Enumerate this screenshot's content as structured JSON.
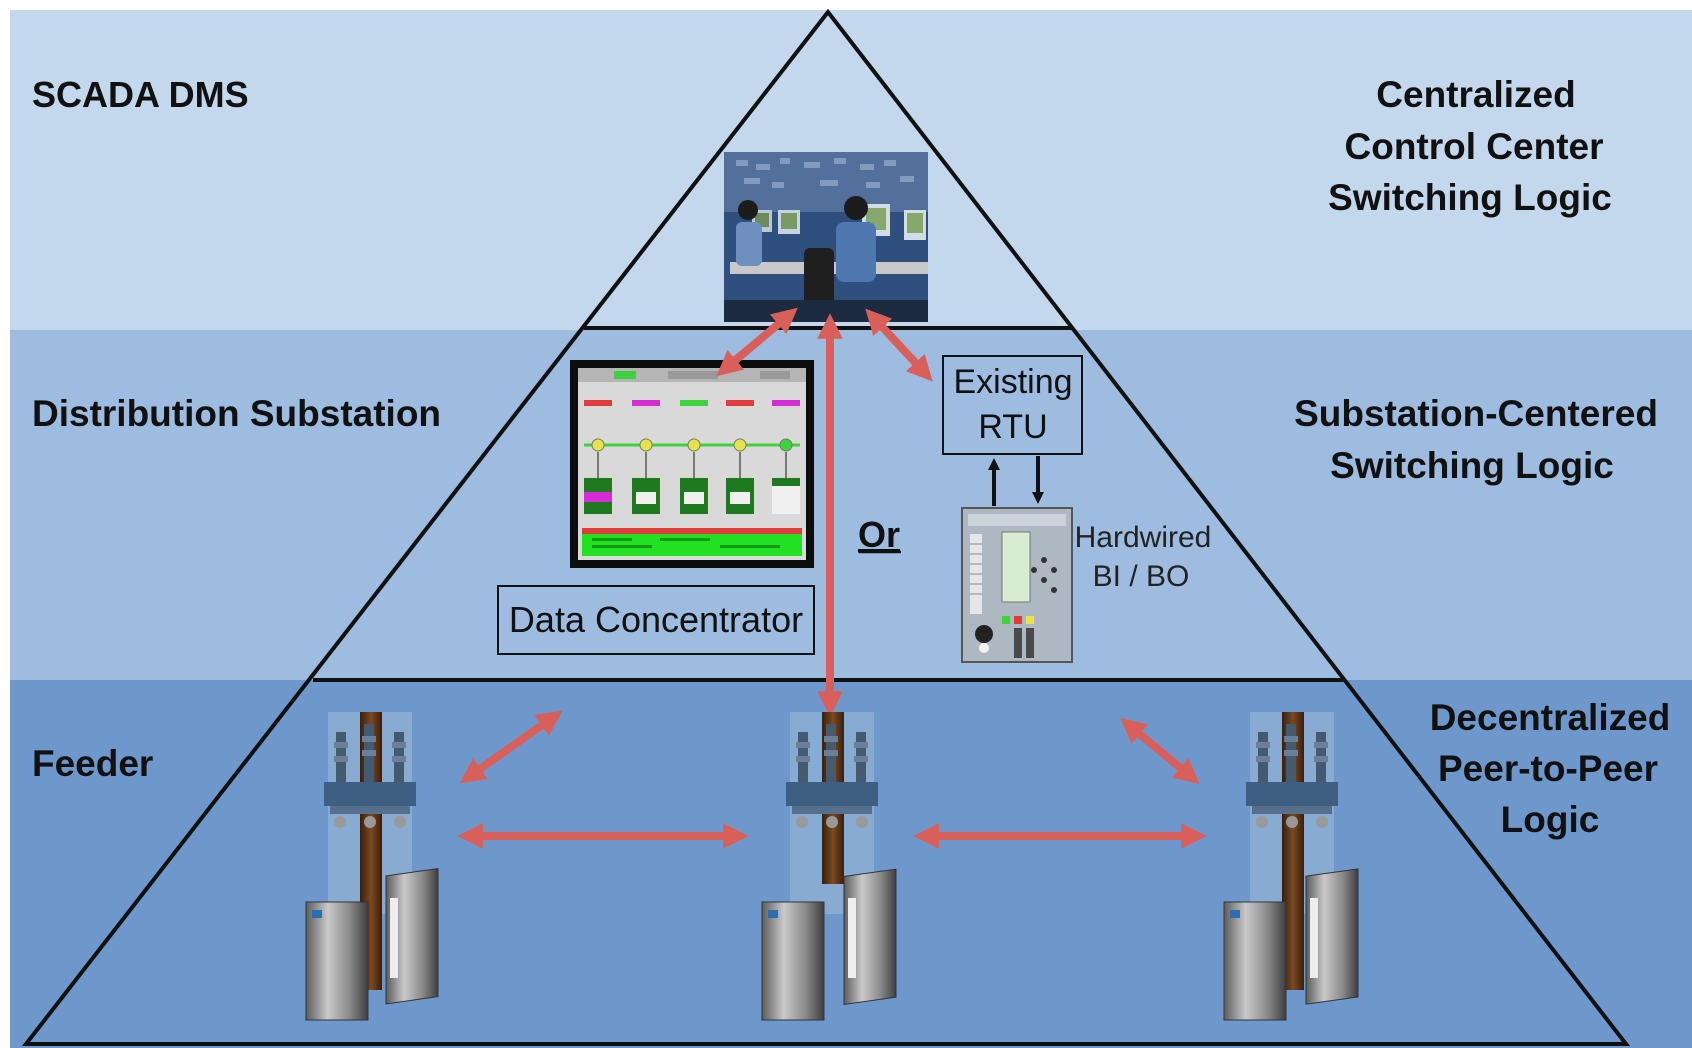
{
  "tiers": [
    {
      "left_label": "SCADA DMS",
      "right_label": [
        "Centralized",
        "Control Center",
        "Switching Logic"
      ]
    },
    {
      "left_label": "Distribution Substation",
      "right_label": [
        "Substation-Centered",
        "Switching Logic"
      ]
    },
    {
      "left_label": "Feeder",
      "right_label": [
        "Decentralized",
        "Peer-to-Peer",
        "Logic"
      ]
    }
  ],
  "substation": {
    "rtu_label": [
      "Existing",
      "RTU"
    ],
    "hardwired_label": [
      "Hardwired",
      "BI / BO"
    ],
    "or_label": "Or",
    "data_concentrator_label": "Data Concentrator"
  },
  "colors": {
    "band_top": "#c3d8ec",
    "band_mid": "#9dbce0",
    "band_bottom": "#6e98cc",
    "arrow": "#d9605a",
    "outline": "#111111"
  },
  "icons": {
    "control_room": "control-room-photo-icon",
    "hmi": "hmi-screen-icon",
    "relay": "protective-relay-icon",
    "recloser": "pole-recloser-icon"
  }
}
